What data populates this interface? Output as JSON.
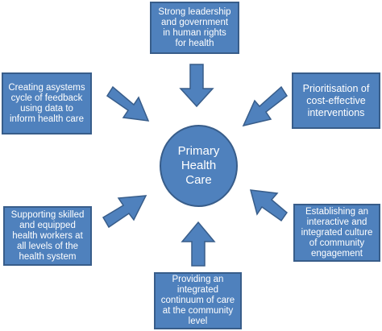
{
  "hub": {
    "label": "Primary\nHealth\nCare"
  },
  "boxes": {
    "top": "Strong leadership\nand government\nin human rights\nfor health",
    "top_right": "Prioritisation of\ncost-effective\ninterventions",
    "bottom_right": "Establishing an\ninteractive and\nintegrated culture\nof community\nengagement",
    "bottom": "Providing an\nintegrated\ncontinuum of care\nat the community\nlevel",
    "bottom_left": "Supporting skilled\nand equipped\nhealth workers at\nall levels of the\nhealth system",
    "top_left": "Creating asystems\ncycle of feedback\nusing data to\ninform health care"
  },
  "colors": {
    "fill": "#4f81bd",
    "border": "#385d8a",
    "text": "#ffffff"
  }
}
